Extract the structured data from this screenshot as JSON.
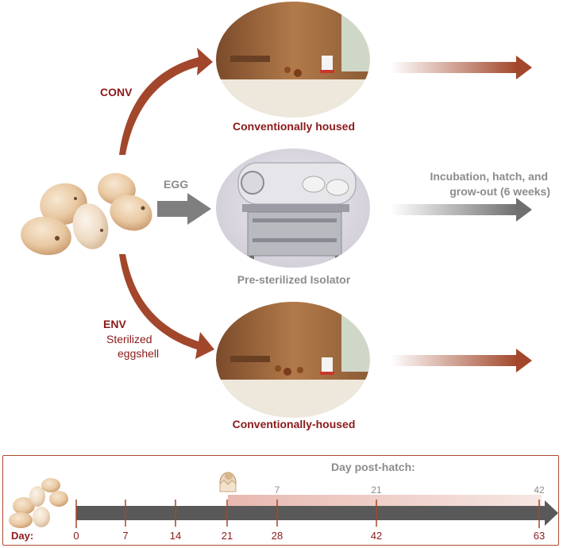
{
  "arms": {
    "conv_label": "CONV",
    "egg_label": "EGG",
    "env_label": "ENV",
    "env_sub1": "Sterilized",
    "env_sub2": "eggshell"
  },
  "captions": {
    "top": "Conventionally housed",
    "middle": "Pre-sterilized Isolator",
    "bottom": "Conventionally-housed"
  },
  "incubation": {
    "line1": "Incubation, hatch, and",
    "line2": "grow-out (6 weeks)"
  },
  "timeline": {
    "post_hatch_title": "Day post-hatch:",
    "day_label": "Day:",
    "days": [
      "0",
      "7",
      "14",
      "21",
      "28",
      "42",
      "63"
    ],
    "post_hatch_days": [
      "7",
      "21",
      "42"
    ]
  },
  "colors": {
    "arrow_red": "#a2472b",
    "label_dark_red": "#8b1a1a",
    "gray_arrow": "#7f7f7f",
    "timeline_bar": "#595959"
  }
}
